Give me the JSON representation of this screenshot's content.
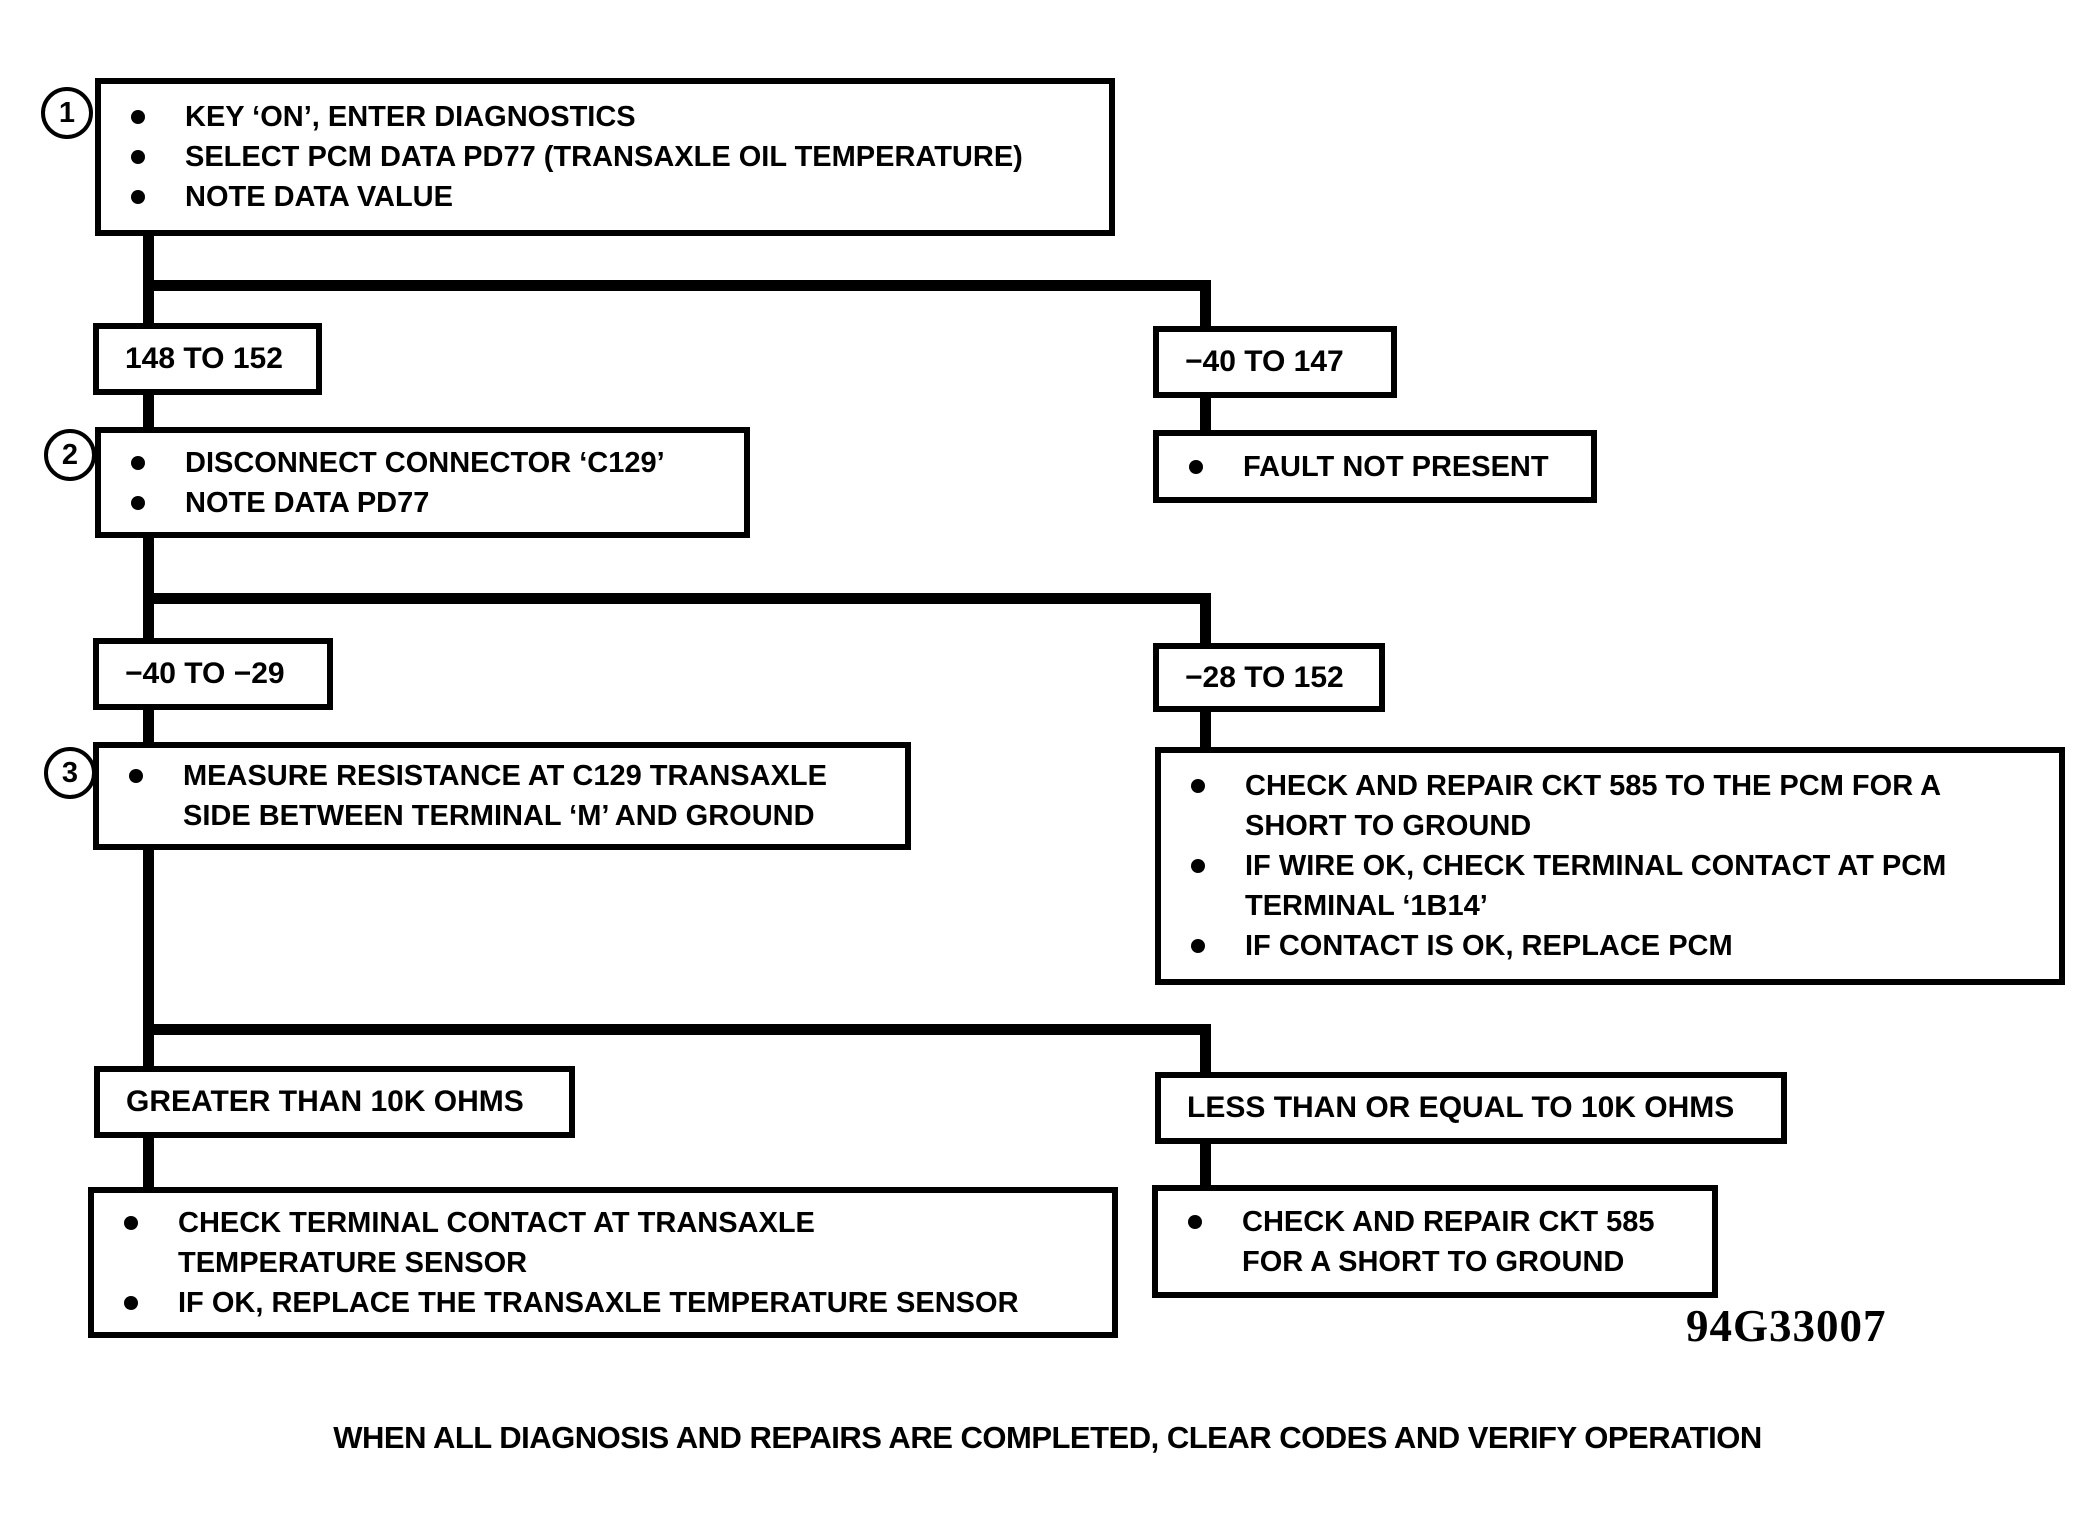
{
  "page": {
    "background": "#ffffff",
    "ink": "#000000"
  },
  "flowchart": {
    "step1": {
      "badge": "1",
      "bullets": [
        "KEY ‘ON’, ENTER DIAGNOSTICS",
        "SELECT PCM DATA PD77 (TRANSAXLE OIL TEMPERATURE)",
        "NOTE DATA VALUE"
      ]
    },
    "branch1": {
      "left": "148 TO 152",
      "right": "−40 TO 147"
    },
    "fault_box": {
      "line1": "FAULT NOT PRESENT"
    },
    "step2": {
      "badge": "2",
      "bullets": [
        "DISCONNECT CONNECTOR ‘C129’",
        "NOTE DATA PD77"
      ]
    },
    "branch2": {
      "left": "−40 TO −29",
      "right": "−28 TO 152"
    },
    "step3": {
      "badge": "3",
      "b1_line1": "MEASURE RESISTANCE AT C129 TRANSAXLE",
      "b1_line2": "SIDE BETWEEN TERMINAL ‘M’ AND GROUND"
    },
    "pcm_box": {
      "b1_line1": "CHECK AND REPAIR CKT 585 TO THE PCM FOR A",
      "b1_line2": "SHORT TO GROUND",
      "b2_line1": "IF WIRE OK, CHECK TERMINAL CONTACT AT PCM",
      "b2_line2": "TERMINAL ‘1B14’",
      "b3_line1": "IF CONTACT IS OK, REPLACE PCM"
    },
    "branch3": {
      "left": "GREATER THAN 10K OHMS",
      "right": "LESS THAN OR EQUAL TO 10K OHMS"
    },
    "sensor_box": {
      "b1_line1": "CHECK TERMINAL CONTACT AT TRANSAXLE",
      "b1_line2": "TEMPERATURE SENSOR",
      "b2_line1": "IF OK, REPLACE THE TRANSAXLE TEMPERATURE SENSOR"
    },
    "ckt585_box": {
      "b1_line1": "CHECK AND REPAIR CKT 585",
      "b1_line2": "FOR A SHORT TO GROUND"
    }
  },
  "figure_code": "94G33007",
  "footer_note": "WHEN ALL DIAGNOSIS AND REPAIRS ARE COMPLETED, CLEAR CODES AND VERIFY OPERATION"
}
